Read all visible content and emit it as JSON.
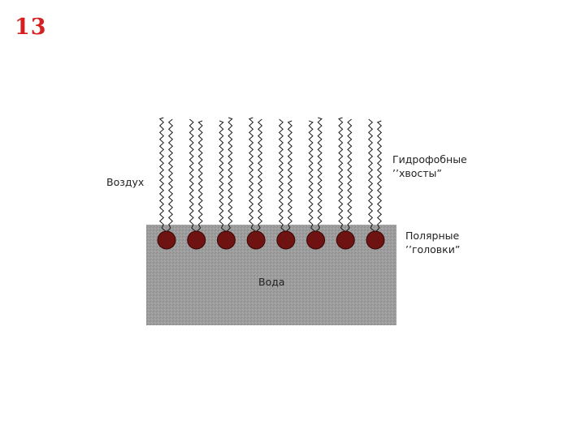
{
  "slide": {
    "number": "13"
  },
  "diagram": {
    "labels": {
      "air": "Воздух",
      "tails_line1": "Гидрофобные",
      "tails_line2": "’’хвосты”",
      "heads_line1": "Полярные",
      "heads_line2": "’’головки”",
      "water": "Вода"
    },
    "molecule_count": 8,
    "colors": {
      "water": "#9a9a9a",
      "head": "#6e1212",
      "tail": "#1a1a1a",
      "slide_number": "#d42020"
    }
  }
}
